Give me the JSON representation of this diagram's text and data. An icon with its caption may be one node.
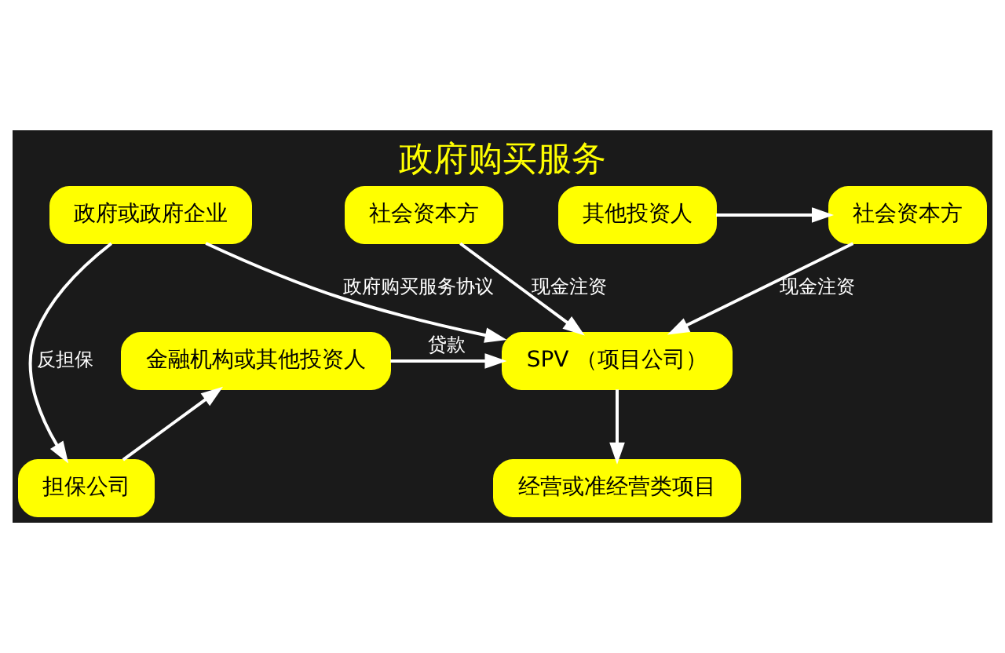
{
  "diagram": {
    "title": "政府购买服务",
    "nodes": [
      {
        "text": [
          "政府或政府企业"
        ]
      },
      {
        "text": [
          "社会资本方"
        ]
      },
      {
        "text": [
          "社会资本方"
        ]
      },
      {
        "text": [
          "其他投资人"
        ]
      },
      {
        "text": [
          "SPV （项目公司）"
        ]
      },
      {
        "text": [
          "金融机构或其他投资人"
        ]
      },
      {
        "text": [
          "担保公司"
        ]
      },
      {
        "text": [
          "经营或准经营类项目"
        ]
      }
    ],
    "edges": [
      {
        "from": 1,
        "to": 4,
        "arrow": "to",
        "label": "现金注资"
      },
      {
        "from": 2,
        "to": 4,
        "arrow": "to",
        "label": "现金注资"
      },
      {
        "from": 3,
        "to": 2,
        "arrow": "to"
      },
      {
        "from": 0,
        "to": 4,
        "arrow": "to",
        "label": "政府购买服务协议"
      },
      {
        "from": 5,
        "to": 4,
        "arrow": "to",
        "label": "贷款"
      },
      {
        "from": 6,
        "to": 5,
        "arrow": "to"
      },
      {
        "from": 4,
        "to": 7,
        "arrow": "to"
      },
      {
        "from": 0,
        "to": 6,
        "arrow": "to",
        "label": "反担保"
      }
    ]
  }
}
